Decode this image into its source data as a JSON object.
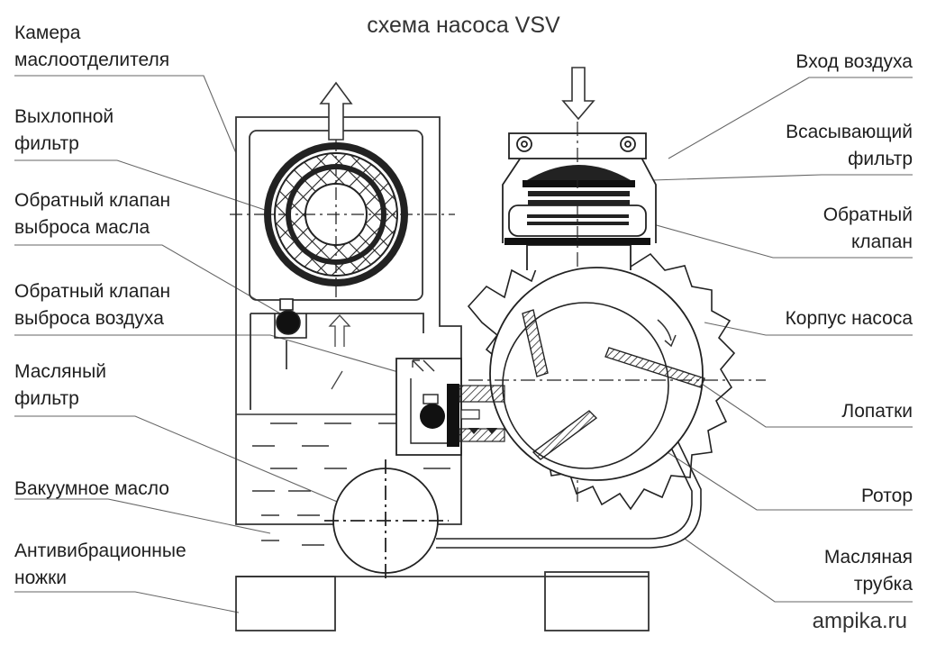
{
  "title": "схема насоса VSV",
  "watermark": "ampika.ru",
  "labels_left": [
    {
      "id": "separator-chamber",
      "lines": [
        "Камера",
        "маслоотделителя"
      ]
    },
    {
      "id": "exhaust-filter",
      "lines": [
        "Выхлопной",
        "фильтр"
      ]
    },
    {
      "id": "oil-check-valve",
      "lines": [
        "Обратный клапан",
        "выброса масла"
      ]
    },
    {
      "id": "air-check-valve",
      "lines": [
        "Обратный клапан",
        "выброса воздуха"
      ]
    },
    {
      "id": "oil-filter",
      "lines": [
        "Масляный",
        "фильтр"
      ]
    },
    {
      "id": "vacuum-oil",
      "lines": [
        "Вакуумное масло"
      ]
    },
    {
      "id": "anti-vibration-feet",
      "lines": [
        "Антивибрационные",
        "ножки"
      ]
    }
  ],
  "labels_right": [
    {
      "id": "air-inlet",
      "lines": [
        "Вход воздуха"
      ]
    },
    {
      "id": "intake-filter",
      "lines": [
        "Всасывающий",
        "фильтр"
      ]
    },
    {
      "id": "check-valve",
      "lines": [
        "Обратный",
        "клапан"
      ]
    },
    {
      "id": "pump-housing",
      "lines": [
        "Корпус насоса"
      ]
    },
    {
      "id": "vanes",
      "lines": [
        "Лопатки"
      ]
    },
    {
      "id": "rotor",
      "lines": [
        "Ротор"
      ]
    },
    {
      "id": "oil-tube",
      "lines": [
        "Масляная",
        "трубка"
      ]
    }
  ]
}
